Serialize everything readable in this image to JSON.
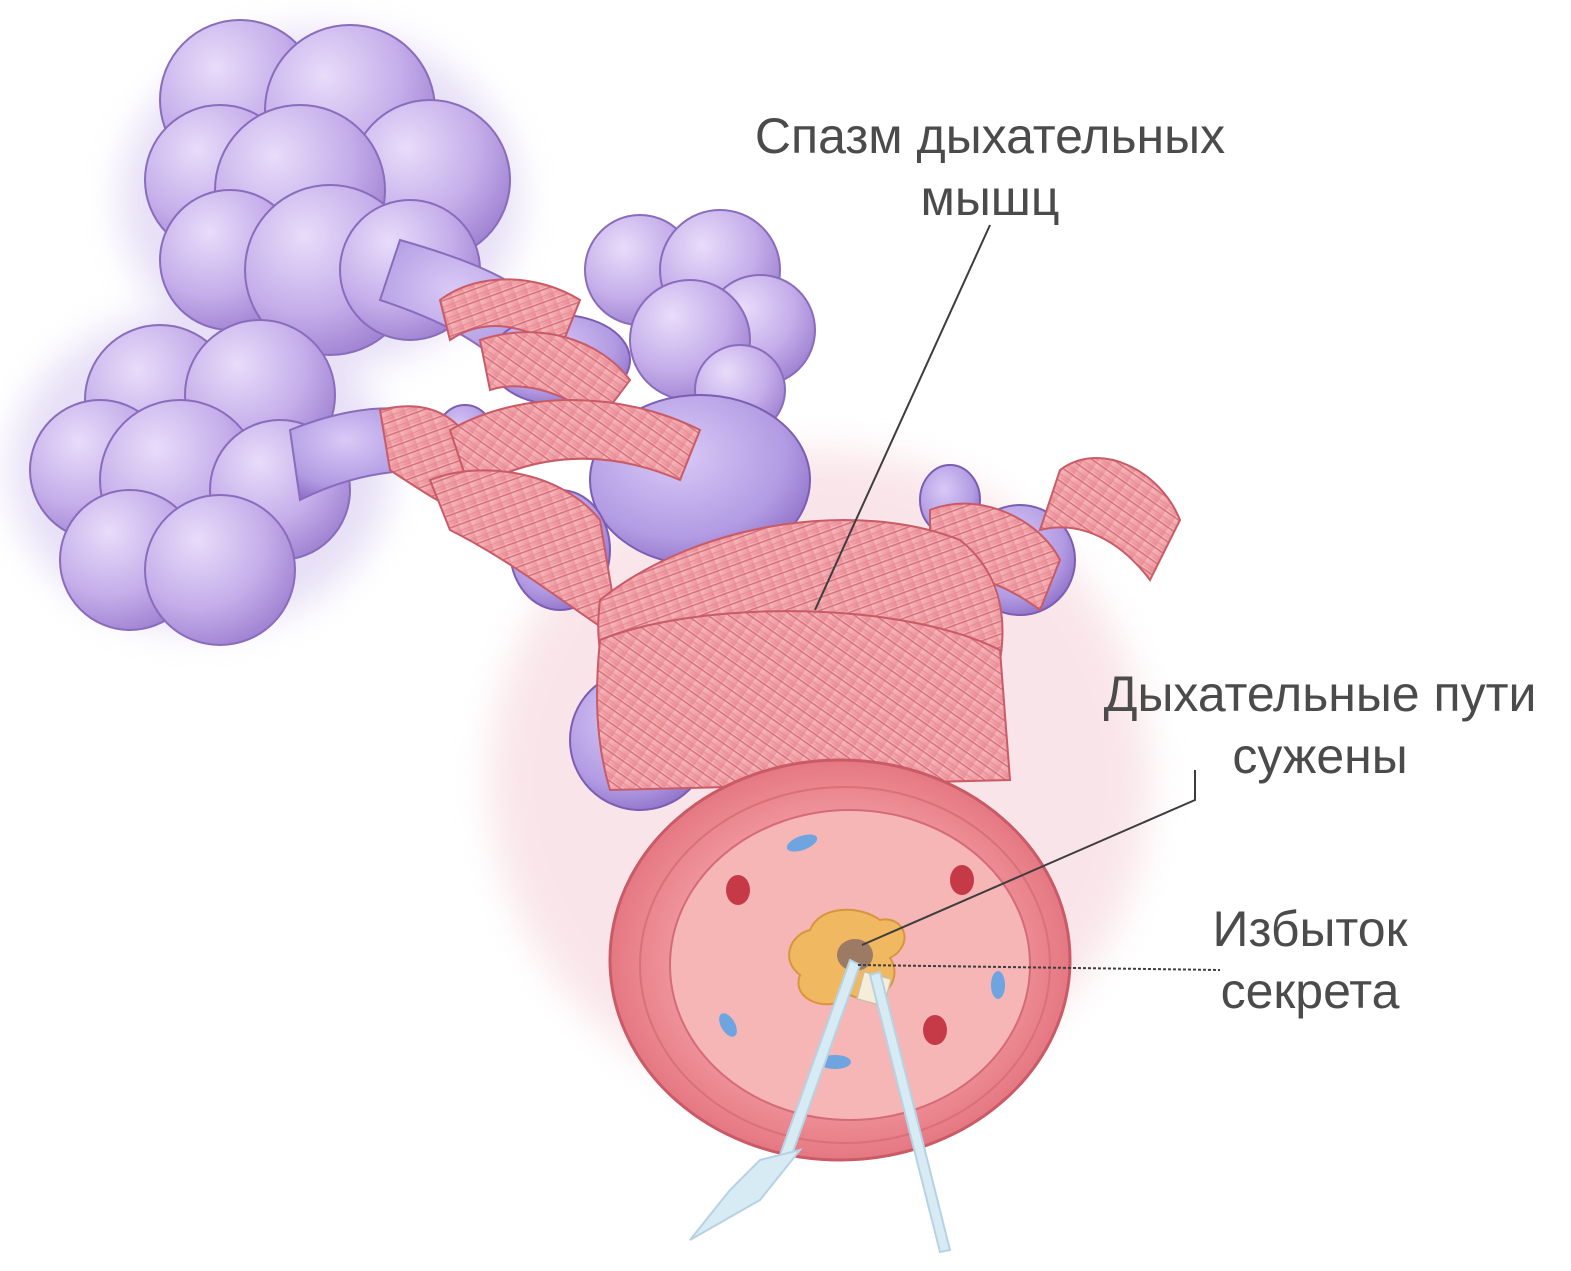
{
  "labels": {
    "muscle_spasm": {
      "line1": "Спазм дыхательных",
      "line2": "мышц"
    },
    "airways_narrowed": {
      "line1": "Дыхательные пути",
      "line2": "сужены"
    },
    "excess_secretion": {
      "line1": "Избыток",
      "line2": "секрета"
    }
  },
  "colors": {
    "alveoli": "#c9b3ec",
    "alveoli_shade": "#a98ad6",
    "muscle": "#f2a1a6",
    "muscle_stripe": "#d8707a",
    "airway_wall": "#ec7f88",
    "lumen": "#f6b6b6",
    "mucus": "#f0b860",
    "label_text": "#4b4b4b"
  }
}
